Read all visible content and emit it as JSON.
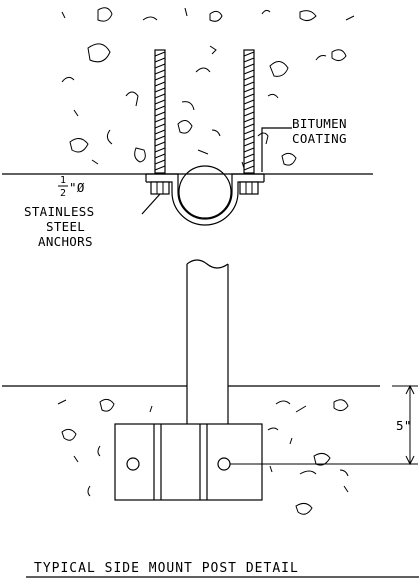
{
  "labels": {
    "bitumen_line1": "BITUMEN",
    "bitumen_line2": "COATING",
    "fraction_num": "1",
    "fraction_den": "2",
    "diameter_suffix": "\"Ø",
    "anchors_line1": "STAINLESS",
    "anchors_line2": "STEEL",
    "anchors_line3": "ANCHORS",
    "dimension": "5\"",
    "title": "TYPICAL SIDE MOUNT POST DETAIL"
  }
}
